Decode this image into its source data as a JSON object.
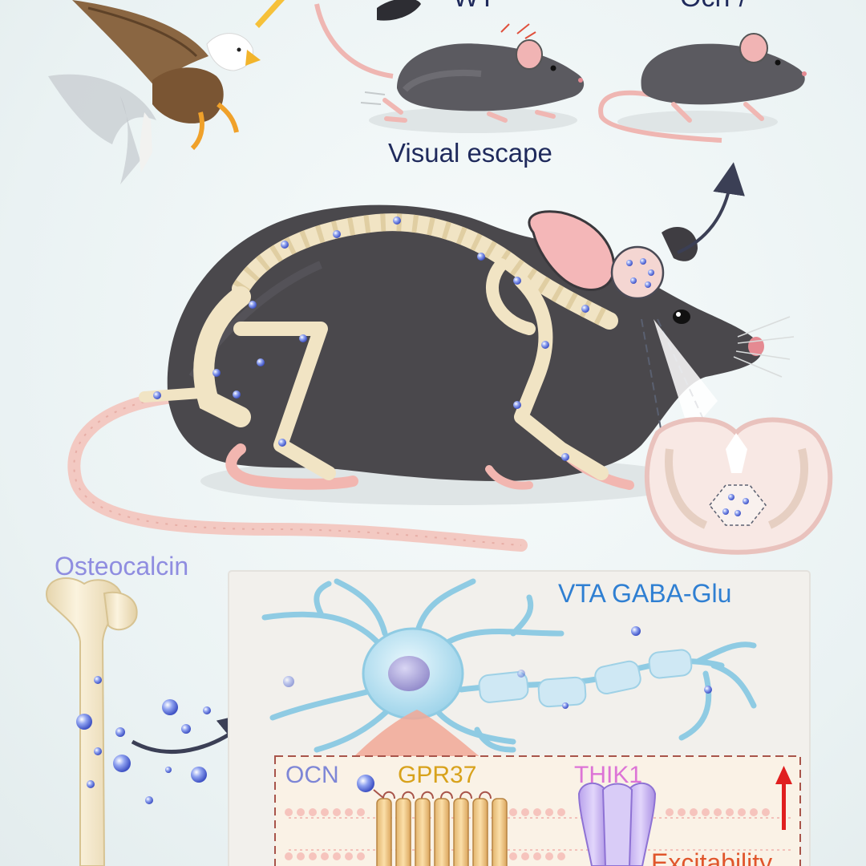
{
  "labels": {
    "wt": "WT",
    "ko": "Ocn-/-",
    "visual_escape": "Visual escape",
    "osteocalcin": "Osteocalcin",
    "vta": "VTA GABA-Glu",
    "ocn": "OCN",
    "gpr37": "GPR37",
    "thik1": "THIK1",
    "excitability": "Excitability"
  },
  "colors": {
    "mouse_body": "#4a484c",
    "bone": "#f1e4c4",
    "tail": "#f2c6c0",
    "particle": "#5a6fd8",
    "neuron": "#9cd3e8",
    "panel": "#f1efea",
    "membrane": "#f3b6b0",
    "thik1": "#c9b3f0",
    "arrow_up": "#e01f1f"
  },
  "icons": [
    "eagle-icon",
    "mouse-icon",
    "bone-icon",
    "neuron-icon",
    "brain-slice-icon",
    "channel-icon",
    "receptor-icon"
  ]
}
